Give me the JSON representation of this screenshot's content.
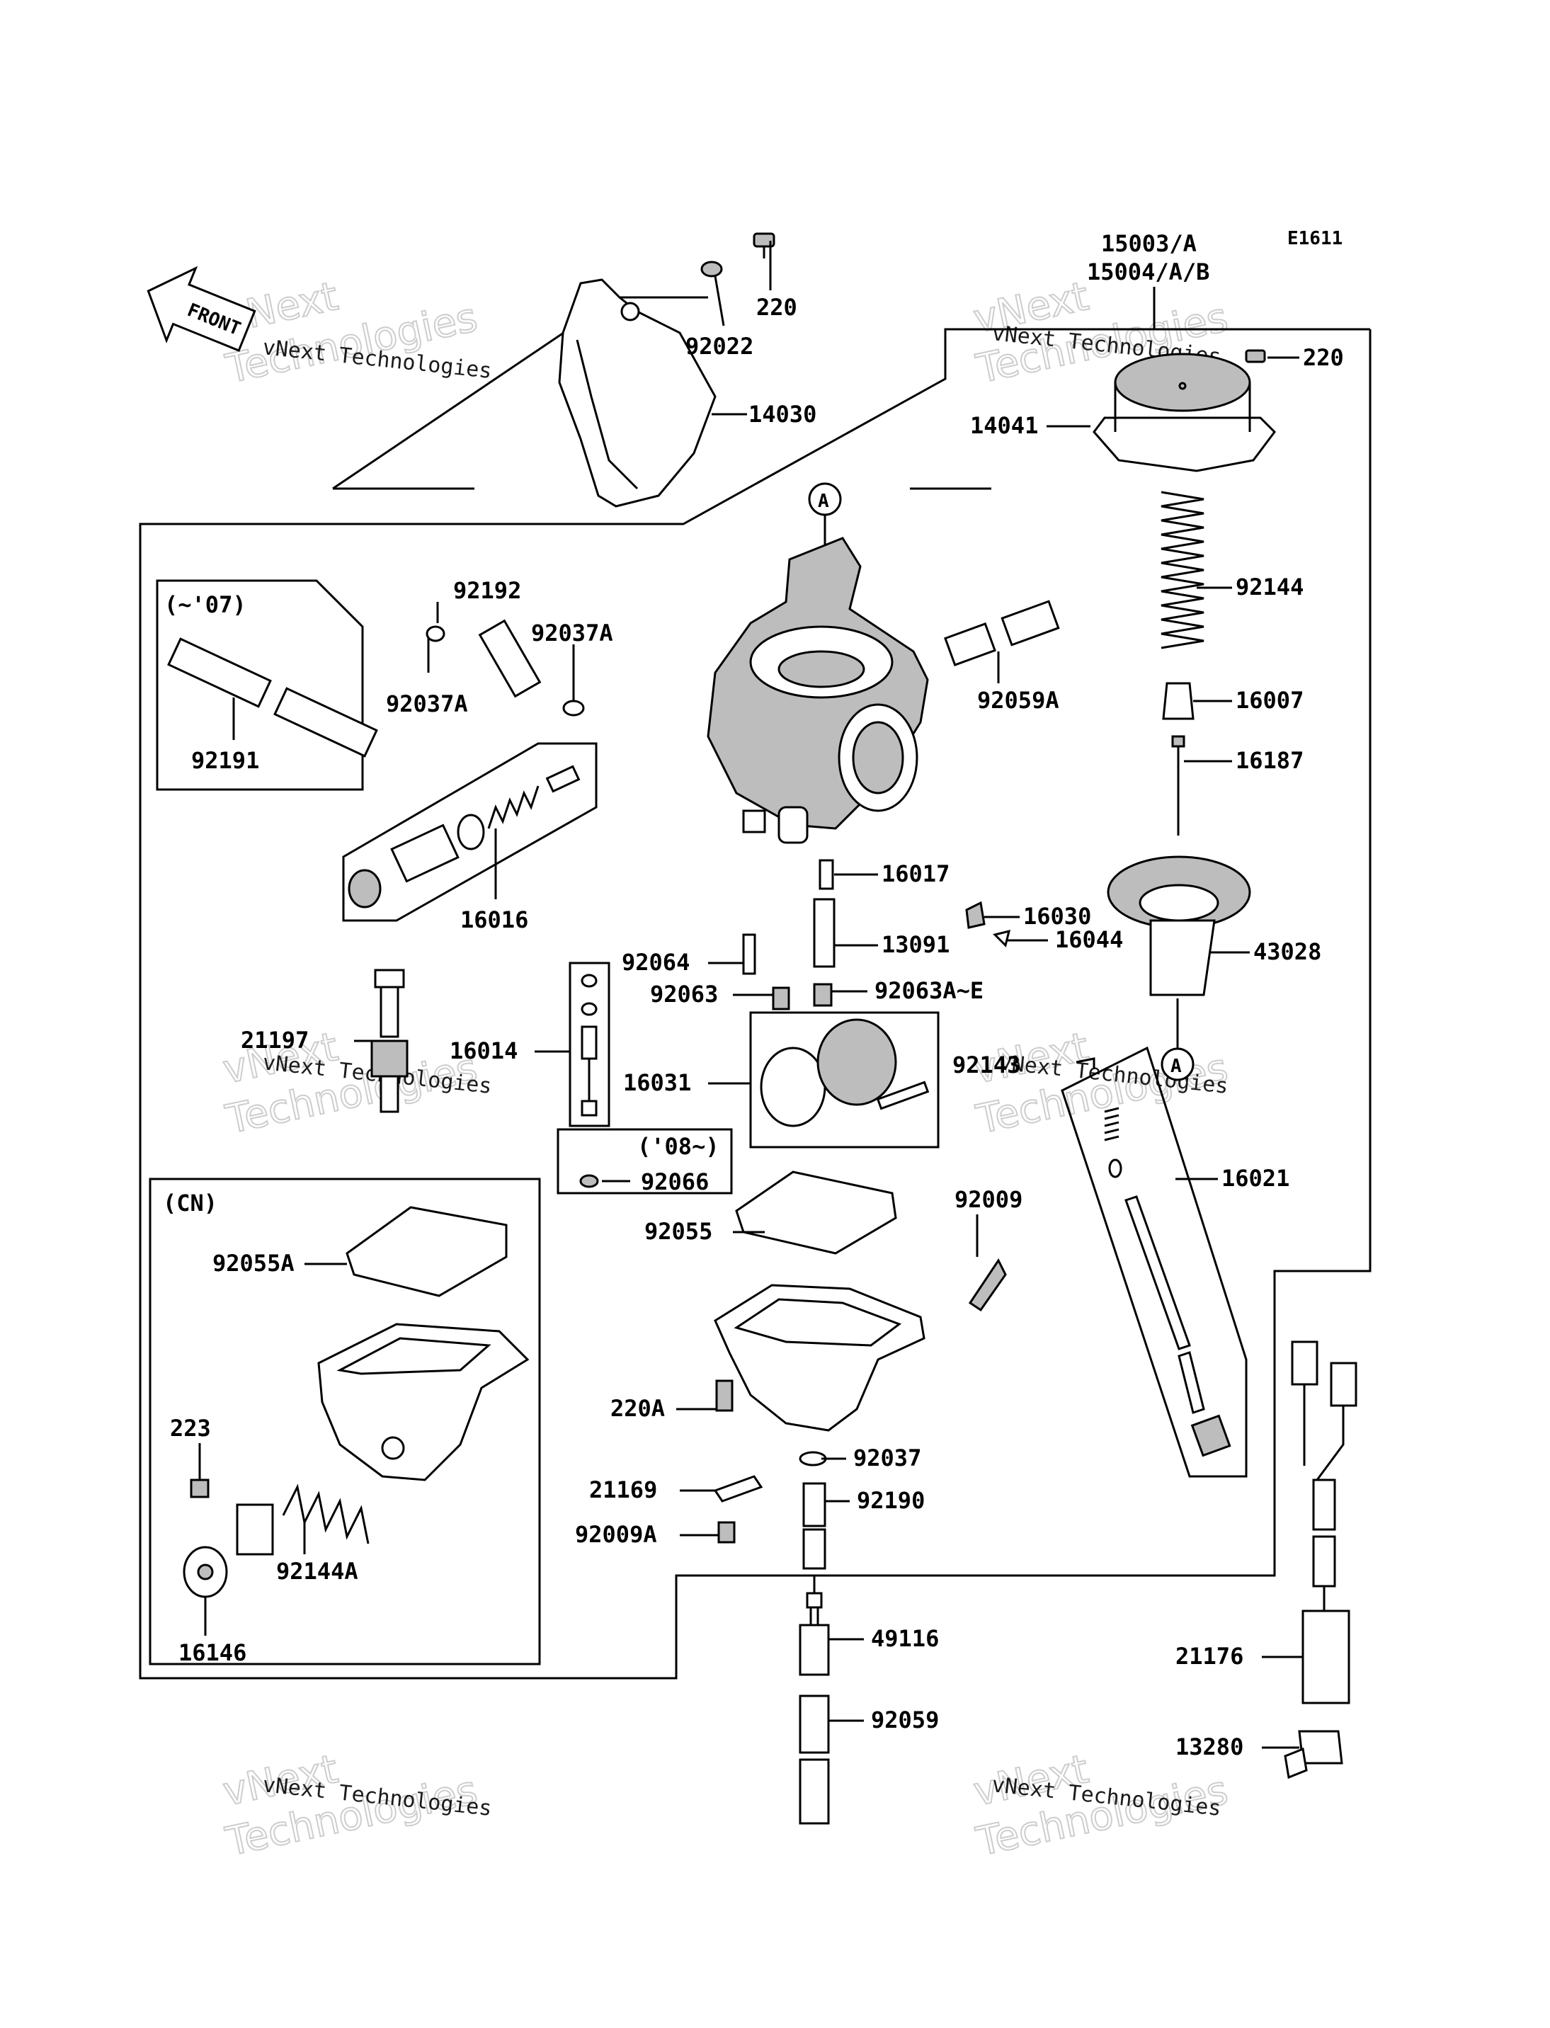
{
  "diagram_code": "E1611",
  "front_label": "FRONT",
  "watermark": {
    "company": "vNext Technologies",
    "big": "Technologies",
    "small": "vNext"
  },
  "notes": {
    "until_07": "(~'07)",
    "from_08": "('08~)",
    "cn": "(CN)"
  },
  "callouts": {
    "A_top": "A",
    "A_bottom": "A"
  },
  "parts": {
    "p15003": "15003/A",
    "p15004": "15004/A/B",
    "p220_top": "220",
    "p92022": "92022",
    "p14030": "14030",
    "p220_right": "220",
    "p14041": "14041",
    "p92144": "92144",
    "p16007": "16007",
    "p16187": "16187",
    "p43028": "43028",
    "p92192": "92192",
    "p92037A_r": "92037A",
    "p92037A_l": "92037A",
    "p92059A": "92059A",
    "p92191": "92191",
    "p16016": "16016",
    "p16017": "16017",
    "p16030": "16030",
    "p16044": "16044",
    "p13091": "13091",
    "p92064": "92064",
    "p92063": "92063",
    "p92063AE": "92063A~E",
    "p21197": "21197",
    "p16014": "16014",
    "p16031": "16031",
    "p92143": "92143",
    "p16021": "16021",
    "p92066": "92066",
    "p92009": "92009",
    "p92055": "92055",
    "p92055A": "92055A",
    "p223": "223",
    "p220A": "220A",
    "p92037": "92037",
    "p21169": "21169",
    "p92190": "92190",
    "p92009A": "92009A",
    "p92144A": "92144A",
    "p16146": "16146",
    "p49116": "49116",
    "p92059": "92059",
    "p21176": "21176",
    "p13280": "13280"
  }
}
